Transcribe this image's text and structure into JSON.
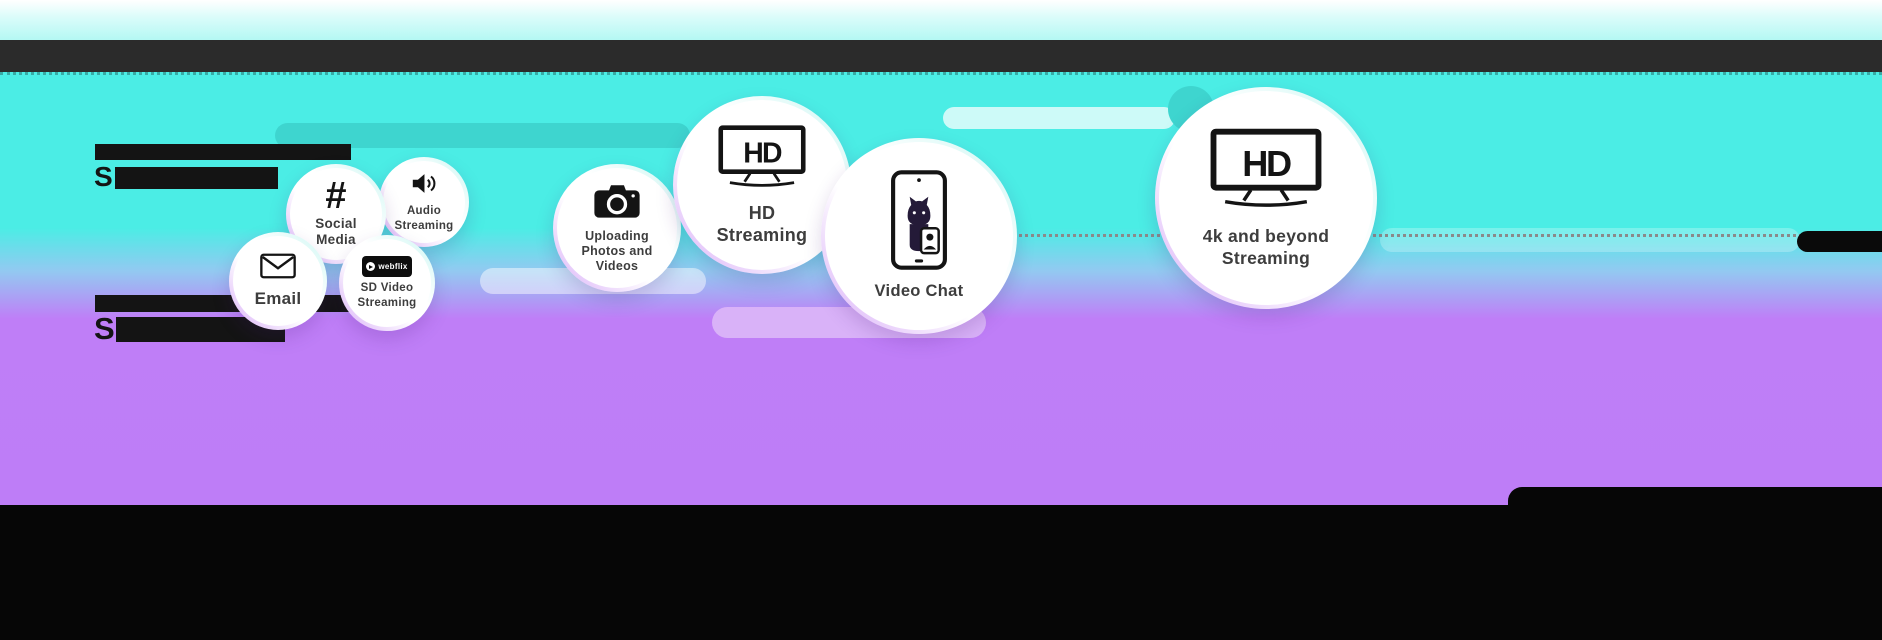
{
  "bubbles": {
    "email": {
      "label": "Email"
    },
    "social_media": {
      "label": "Social Media",
      "icon_glyph": "#"
    },
    "audio_streaming": {
      "label": "Audio Streaming"
    },
    "sd_video_streaming": {
      "label": "SD Video Streaming",
      "badge_text": "webflix"
    },
    "uploading": {
      "label": "Uploading Photos and Videos"
    },
    "hd_streaming": {
      "label": "HD Streaming",
      "icon_text": "HD"
    },
    "video_chat": {
      "label": "Video Chat"
    },
    "uhd_streaming": {
      "label": "4k and beyond Streaming",
      "icon_text": "HD"
    }
  },
  "left_labels": {
    "group1_partial": "S",
    "group2_partial": "S"
  },
  "colors": {
    "teal": "#4BEDE5",
    "purple": "#BE7DF7",
    "dark_strip": "#2B2B2B",
    "footer": "#060606",
    "bubble_label": "#3D3D3D",
    "rim_lavender": "#D9AEF8",
    "rim_cyan": "#CDF7F3",
    "dotted_line": "#8A8A8A"
  }
}
